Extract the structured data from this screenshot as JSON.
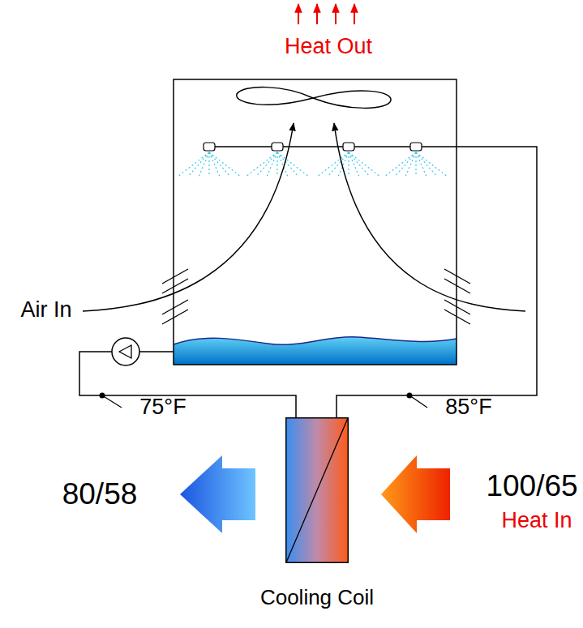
{
  "diagram": {
    "nodes": [
      {
        "text": [
          "Cooling Coil"
        ]
      }
    ],
    "labels": [
      "Heat Out",
      "Air In",
      "75°F",
      "85°F",
      "80/58",
      "100/65",
      "Heat In"
    ]
  }
}
